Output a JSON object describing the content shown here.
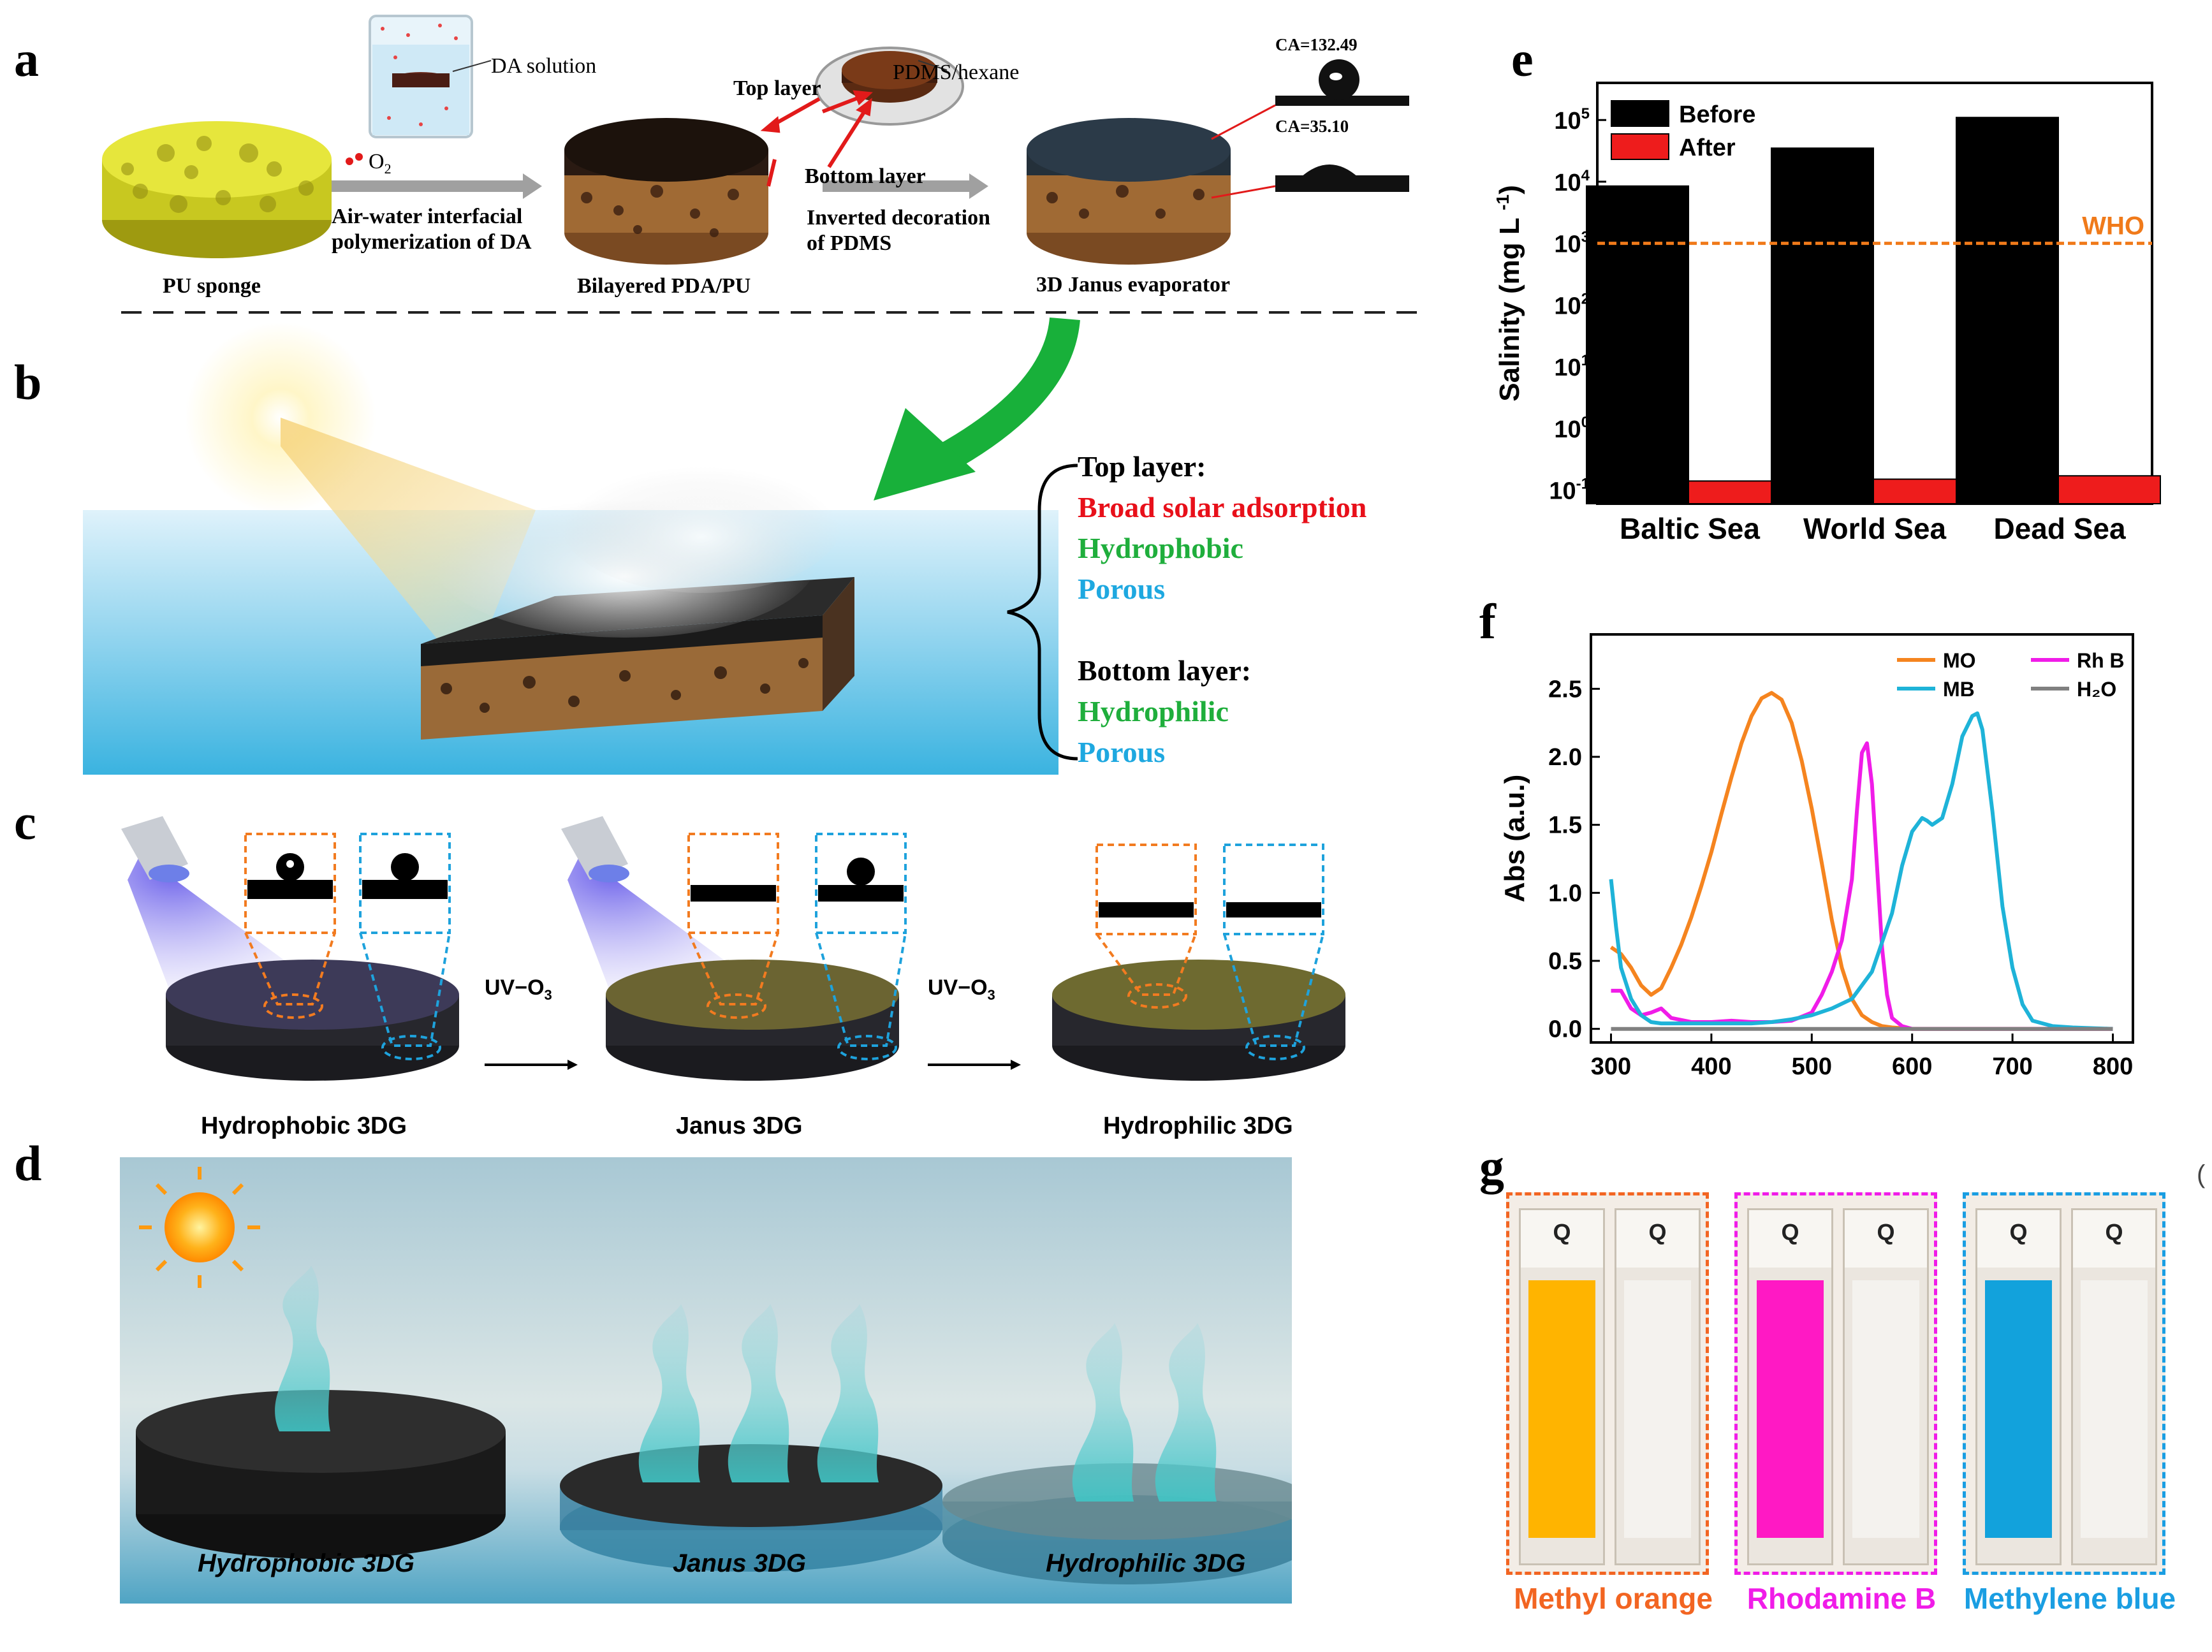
{
  "panels": {
    "a": {
      "letter": "a",
      "da_solution": "DA solution",
      "o2": "O",
      "o2_sub": "2",
      "step1_line1": "Air-water interfacial",
      "step1_line2": "polymerization of DA",
      "pu_sponge": "PU sponge",
      "bilayered": "Bilayered PDA/PU",
      "top_layer": "Top layer",
      "bottom_layer": "Bottom layer",
      "pdms_hexane": "PDMS/hexane",
      "step2_line1": "Inverted decoration",
      "step2_line2": "of PDMS",
      "janus_evaporator": "3D Janus evaporator",
      "ca_top": "CA=132.49",
      "ca_bottom": "CA=35.10"
    },
    "b": {
      "letter": "b",
      "top_heading": "Top layer:",
      "top_items": [
        "Broad solar adsorption",
        "Hydrophobic",
        "Porous"
      ],
      "bottom_heading": "Bottom layer:",
      "bottom_items": [
        "Hydrophilic",
        "Porous"
      ],
      "colors": {
        "red": "#e8101a",
        "green": "#1fae3c",
        "blue": "#1ea8e0"
      }
    },
    "c": {
      "letter": "c",
      "uv_label": "UV−O",
      "uv_sub": "3",
      "labels": [
        "Hydrophobic 3DG",
        "Janus 3DG",
        "Hydrophilic 3DG"
      ]
    },
    "d": {
      "letter": "d",
      "labels": [
        "Hydrophobic 3DG",
        "Janus 3DG",
        "Hydrophilic 3DG"
      ]
    },
    "e": {
      "letter": "e",
      "chart_data": {
        "type": "bar",
        "categories": [
          "Baltic Sea",
          "World Sea",
          "Dead Sea"
        ],
        "series": [
          {
            "name": "Before",
            "values": [
              8500,
              35000,
              110000
            ],
            "color": "#000000"
          },
          {
            "name": "After",
            "values": [
              0.14,
              0.15,
              0.17
            ],
            "color": "#ee1c1c"
          }
        ],
        "ylabel": "Salinity (mg L",
        "ylabel_sup": "-1",
        "ylabel_close": ")",
        "yscale": "log",
        "ylim": [
          0.06,
          400000
        ],
        "y_ticks": [
          {
            "base": "10",
            "exp": "-1"
          },
          {
            "base": "10",
            "exp": "0"
          },
          {
            "base": "10",
            "exp": "1"
          },
          {
            "base": "10",
            "exp": "2"
          },
          {
            "base": "10",
            "exp": "3"
          },
          {
            "base": "10",
            "exp": "4"
          },
          {
            "base": "10",
            "exp": "5"
          }
        ],
        "reference_line": {
          "label": "WHO",
          "value": 1000,
          "color": "#f07a1a"
        },
        "legend": "top-left"
      }
    },
    "f": {
      "letter": "f",
      "chart_data": {
        "type": "line",
        "ylabel": "Abs (a.u.)",
        "xlabel": "",
        "xlim": [
          280,
          820
        ],
        "ylim": [
          -0.1,
          2.9
        ],
        "x_ticks": [
          "300",
          "400",
          "500",
          "600",
          "700",
          "800"
        ],
        "y_ticks": [
          "0.0",
          "0.5",
          "1.0",
          "1.5",
          "2.0",
          "2.5"
        ],
        "legend": "top-right",
        "series": [
          {
            "name": "MO",
            "color": "#f5841f",
            "x": [
              300,
              310,
              320,
              330,
              340,
              350,
              360,
              370,
              380,
              390,
              400,
              410,
              420,
              430,
              440,
              450,
              460,
              470,
              480,
              490,
              500,
              510,
              520,
              530,
              540,
              550,
              560,
              570,
              580,
              600,
              700,
              800
            ],
            "y": [
              0.6,
              0.55,
              0.45,
              0.32,
              0.25,
              0.3,
              0.45,
              0.62,
              0.82,
              1.05,
              1.3,
              1.58,
              1.85,
              2.1,
              2.3,
              2.43,
              2.47,
              2.42,
              2.25,
              1.97,
              1.62,
              1.22,
              0.8,
              0.45,
              0.22,
              0.1,
              0.05,
              0.02,
              0.01,
              0.0,
              0.0,
              0.0
            ]
          },
          {
            "name": "Rh B",
            "color": "#f01ce8",
            "x": [
              300,
              310,
              320,
              330,
              340,
              350,
              360,
              380,
              400,
              420,
              440,
              460,
              480,
              500,
              510,
              520,
              530,
              540,
              545,
              550,
              555,
              560,
              565,
              570,
              575,
              580,
              590,
              600,
              700,
              800
            ],
            "y": [
              0.28,
              0.28,
              0.15,
              0.1,
              0.12,
              0.15,
              0.08,
              0.05,
              0.05,
              0.06,
              0.05,
              0.05,
              0.06,
              0.12,
              0.25,
              0.42,
              0.65,
              1.1,
              1.6,
              2.03,
              2.1,
              1.8,
              1.2,
              0.6,
              0.25,
              0.08,
              0.02,
              0.0,
              0.0,
              0.0
            ]
          },
          {
            "name": "MB",
            "color": "#1eb3d8",
            "x": [
              300,
              305,
              310,
              320,
              330,
              340,
              350,
              360,
              380,
              400,
              420,
              440,
              460,
              480,
              500,
              520,
              540,
              560,
              580,
              590,
              600,
              610,
              615,
              620,
              630,
              640,
              650,
              660,
              665,
              670,
              680,
              690,
              700,
              710,
              720,
              740,
              760,
              800
            ],
            "y": [
              1.1,
              0.75,
              0.45,
              0.22,
              0.1,
              0.05,
              0.04,
              0.04,
              0.04,
              0.04,
              0.04,
              0.04,
              0.05,
              0.07,
              0.1,
              0.15,
              0.22,
              0.42,
              0.85,
              1.2,
              1.45,
              1.55,
              1.53,
              1.5,
              1.55,
              1.8,
              2.15,
              2.3,
              2.32,
              2.2,
              1.6,
              0.9,
              0.45,
              0.18,
              0.06,
              0.02,
              0.01,
              0.0
            ]
          },
          {
            "name": "H₂O",
            "color": "#808080",
            "x": [
              300,
              800
            ],
            "y": [
              0.0,
              0.0
            ]
          }
        ]
      }
    },
    "g": {
      "letter": "g",
      "cuvette_mark": "Q",
      "groups": [
        {
          "label": "Methyl orange",
          "color": "#f26522",
          "liquid": "#ffb400"
        },
        {
          "label": "Rhodamine B",
          "color": "#f01ce8",
          "liquid": "#ff19c4"
        },
        {
          "label": "Methylene blue",
          "color": "#1a9ee2",
          "liquid": "#12a2dc"
        }
      ]
    }
  }
}
